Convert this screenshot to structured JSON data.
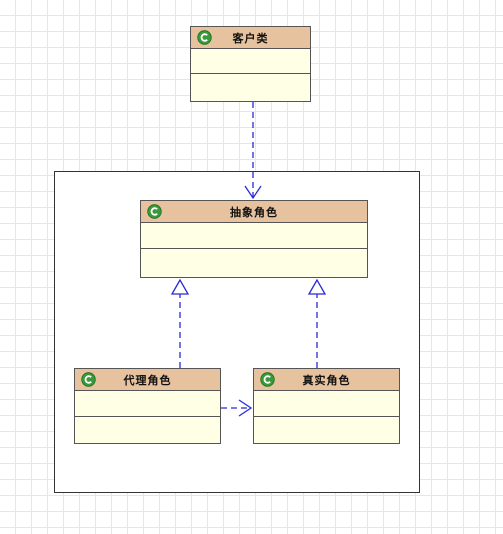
{
  "classes": {
    "client": {
      "name": "客户类",
      "icon": "class-c-icon"
    },
    "subject": {
      "name": "抽象角色",
      "icon": "class-c-icon"
    },
    "proxy": {
      "name": "代理角色",
      "icon": "class-c-icon"
    },
    "real": {
      "name": "真实角色",
      "icon": "class-c-icon"
    }
  },
  "colors": {
    "header": "#e7c29e",
    "body": "#ffffe6",
    "connector": "#2a2ad8",
    "icon": "#3a9a3a"
  }
}
